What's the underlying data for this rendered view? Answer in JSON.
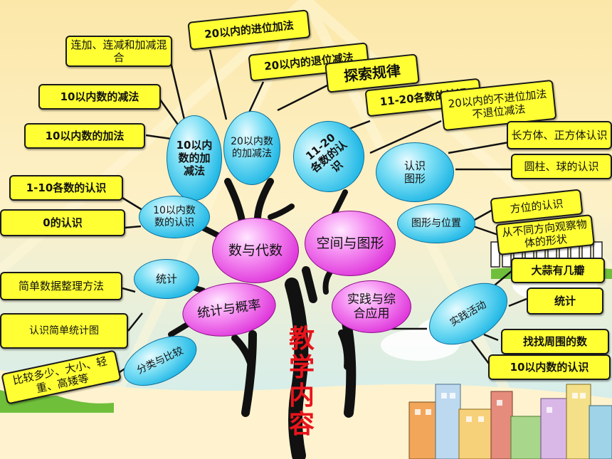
{
  "center": {
    "title_chars": [
      "教",
      "学",
      "内",
      "容"
    ]
  },
  "main_nodes": {
    "number_algebra": "数与代数",
    "space_shape": "空间与图形",
    "stats_prob": "统计与概率",
    "practice": "实践与综合应用"
  },
  "sub_nodes": {
    "add_sub_10": "10以内数的加减法",
    "add_sub_20": "20以内数的加减法",
    "recog_11_20": "11-20各数的认识",
    "recog_10": "10以内数数的认识",
    "stats": "统计",
    "classify": "分类与比较",
    "recognize_shape": "认识图形",
    "shape_position": "图形与位置",
    "practice_activity": "实践活动"
  },
  "boxes": {
    "mixed": "连加、连减和加减混合",
    "carry_add": "20以内的进位加法",
    "borrow_sub": "20以内的退位减法",
    "explore": "探索规律",
    "recog_11_20_box": "11-20各数的认识",
    "no_carry": "20以内的不进位加法不退位减法",
    "sub_10": "10以内数的减法",
    "add_10": "10以内数的加法",
    "recog_1_10": "1-10各数的认识",
    "zero": "0的认识",
    "cuboid_cube": "长方体、正方体认识",
    "cylinder_ball": "圆柱、球的认识",
    "position": "方位的认识",
    "views": "从不同方向观察物体的形状",
    "simple_data": "简单数据整理方法",
    "simple_chart": "认识简单统计图",
    "compare": "比较多少、大小、轻重、高矮等",
    "garlic": "大蒜有几瓣",
    "stats_box": "统计",
    "find_numbers": "找找周围的数",
    "recog_10_box": "10以内数的认识"
  },
  "colors": {
    "box": "#ffff33",
    "title": "#e8141b",
    "trunk": "#111111",
    "sky_top": "#fbe7a8",
    "ground": "#fff3cf"
  }
}
